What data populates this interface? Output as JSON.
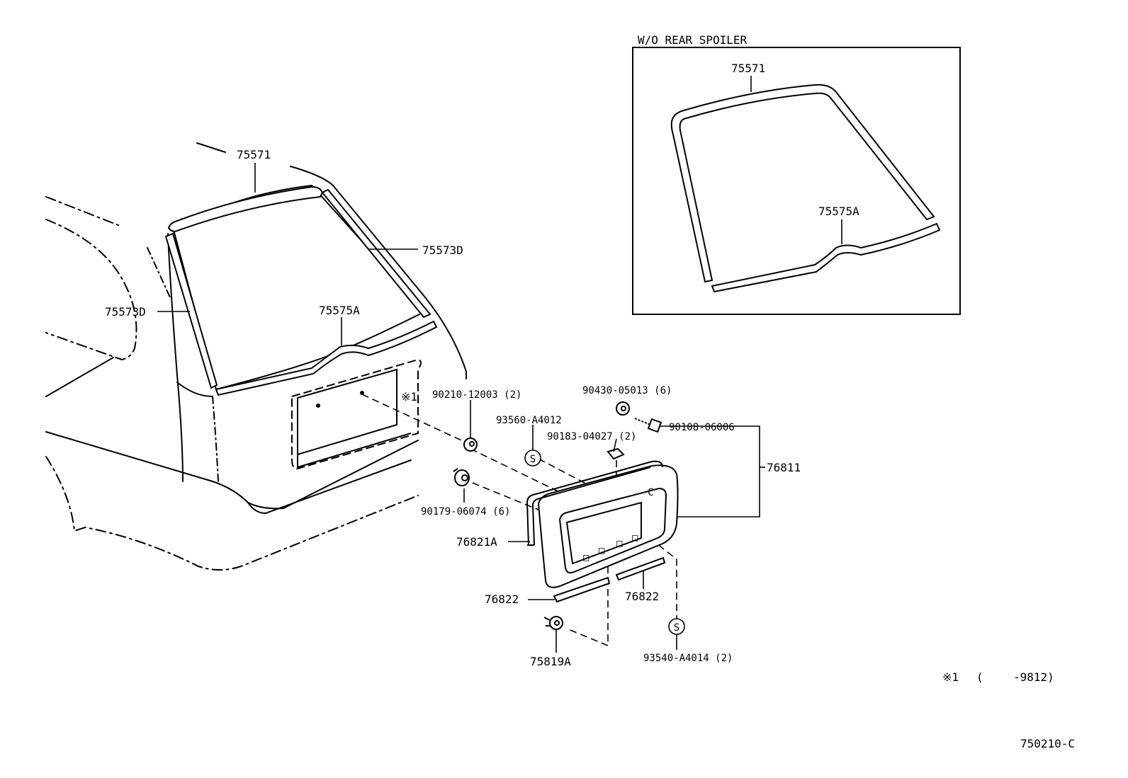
{
  "inset": {
    "title": "W/O REAR SPOILER"
  },
  "labels": {
    "p75571_main": "75571",
    "p75573d_left": "75573D",
    "p75573d_right": "75573D",
    "p75575a_main": "75575A",
    "p75571_inset": "75571",
    "p75575a_inset": "75575A",
    "p90210": "90210-12003 (2)",
    "p90430": "90430-05013 (6)",
    "p93560": "93560-A4012",
    "p90183": "90183-04027 (2)",
    "p90108": "90108-06006",
    "p76811": "76811",
    "p90179": "90179-06074 (6)",
    "p76821a": "76821A",
    "p76822_left": "76822",
    "p76822_right": "76822",
    "p75819a": "75819A",
    "p93540": "93540-A4014 (2)",
    "ref1": "※1",
    "plate_c": "C"
  },
  "symbols": {
    "s1": "S",
    "s2": "S"
  },
  "note": {
    "mark": "※1",
    "open": "(",
    "range": "-9812)"
  },
  "diagram_code": "750210-C"
}
